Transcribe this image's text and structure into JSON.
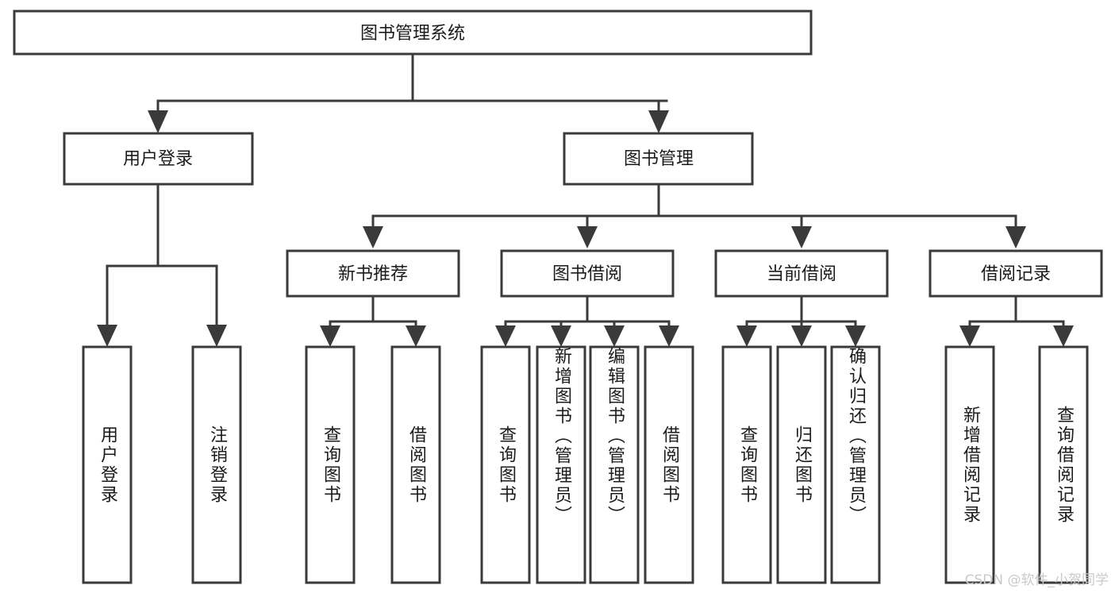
{
  "diagram": {
    "type": "tree",
    "title": "图书管理系统",
    "watermark": "CSDN @软件_小贺同学",
    "colors": {
      "box_fill": "#ffffff",
      "box_stroke": "#3a3a3a",
      "text": "#1b1b1b",
      "watermark": "#c9c9c9"
    },
    "levels": {
      "root": {
        "label": "图书管理系统"
      },
      "level2": [
        {
          "label": "用户登录"
        },
        {
          "label": "图书管理"
        }
      ],
      "level3": [
        {
          "label": "新书推荐"
        },
        {
          "label": "图书借阅"
        },
        {
          "label": "当前借阅"
        },
        {
          "label": "借阅记录"
        }
      ],
      "leaves": {
        "user_login": [
          {
            "label": "用户登录"
          },
          {
            "label": "注销登录"
          }
        ],
        "new_book_recommend": [
          {
            "label": "查询图书"
          },
          {
            "label": "借阅图书"
          }
        ],
        "book_borrow": [
          {
            "label": "查询图书"
          },
          {
            "label": "新增图书（管理员）"
          },
          {
            "label": "编辑图书（管理员）"
          },
          {
            "label": "借阅图书"
          }
        ],
        "current_borrow": [
          {
            "label": "查询图书"
          },
          {
            "label": "归还图书"
          },
          {
            "label": "确认归还（管理员）"
          }
        ],
        "borrow_record": [
          {
            "label": "新增借阅记录"
          },
          {
            "label": "查询借阅记录"
          }
        ]
      }
    }
  }
}
